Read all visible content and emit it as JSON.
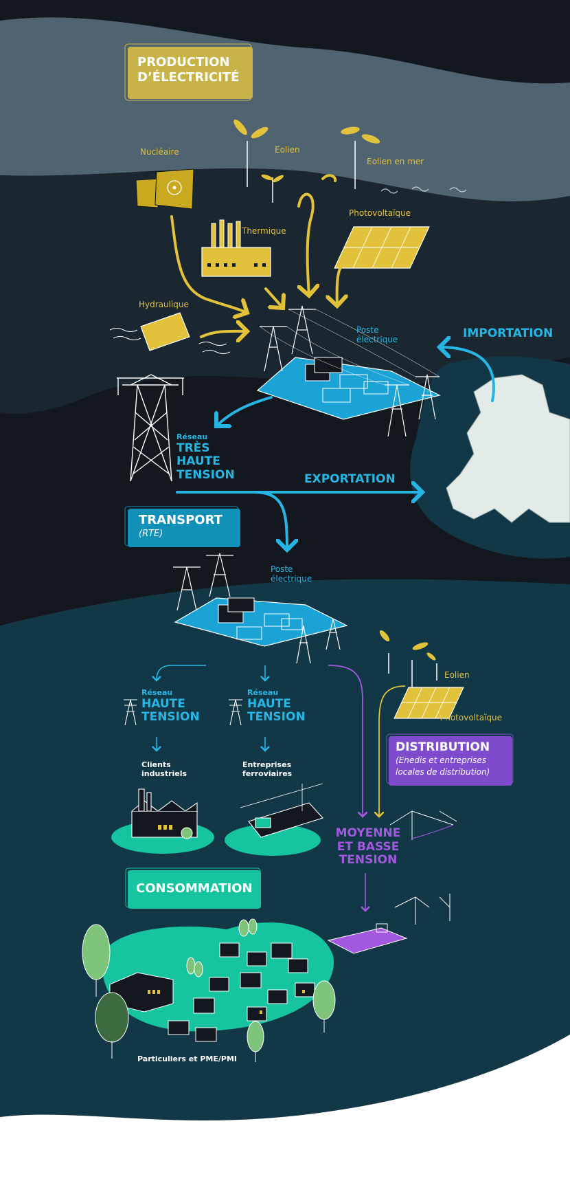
{
  "colors": {
    "dark": "#12181d",
    "mid": "#1a2730",
    "slate": "#4f6470",
    "teal_dark": "#123747",
    "yellow": "#e2c23a",
    "gold_box": "#c8b348",
    "cyan": "#27b6e4",
    "transport_box": "#1191b8",
    "purple": "#a259e0",
    "purple_box": "#7e4bcc",
    "green": "#17c4a0",
    "tree": "#7ec47a"
  },
  "production": {
    "title_line1": "PRODUCTION",
    "title_line2": "D’ÉLECTRICITÉ"
  },
  "sources": {
    "nuclear": "Nucléaire",
    "wind": "Eolien",
    "offshore": "Eolien en mer",
    "solar": "Photovoltaïque",
    "thermal": "Thermique",
    "hydro": "Hydraulique"
  },
  "poste1": {
    "line1": "Poste",
    "line2": "électrique"
  },
  "importation": "IMPORTATION",
  "exportation": "EXPORTATION",
  "tht": {
    "small": "Réseau",
    "line1": "TRÈS",
    "line2": "HAUTE",
    "line3": "TENSION"
  },
  "transport": {
    "title": "TRANSPORT",
    "subtitle": "(RTE)"
  },
  "poste2": {
    "line1": "Poste",
    "line2": "électrique"
  },
  "ht_left": {
    "small": "Réseau",
    "line1": "HAUTE",
    "line2": "TENSION"
  },
  "ht_right": {
    "small": "Réseau",
    "line1": "HAUTE",
    "line2": "TENSION"
  },
  "clients_left": {
    "line1": "Clients",
    "line2": "industriels"
  },
  "clients_right": {
    "line1": "Entreprises",
    "line2": "ferroviaires"
  },
  "local": {
    "wind": "Eolien",
    "solar": "Photovoltaïque"
  },
  "distribution": {
    "title": "DISTRIBUTION",
    "line1": "(Enedis et entreprises",
    "line2": "locales de distribution)"
  },
  "mbt": {
    "line1": "MOYENNE",
    "line2": "ET BASSE",
    "line3": "TENSION"
  },
  "consommation": "CONSOMMATION",
  "particuliers": "Particuliers et PME/PMI"
}
